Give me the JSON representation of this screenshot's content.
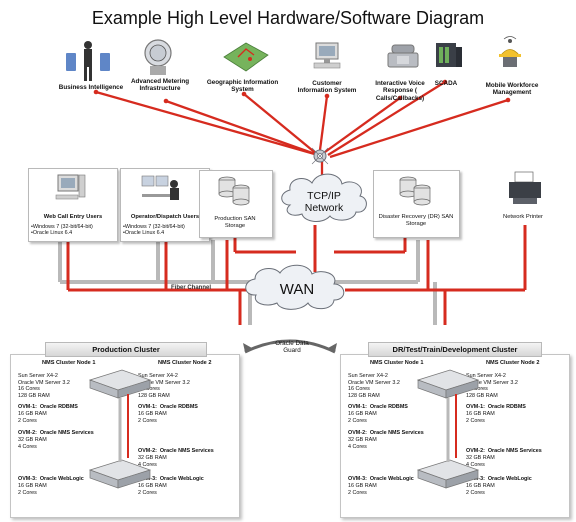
{
  "title": "Example High Level Hardware/Software Diagram",
  "top_nodes": [
    {
      "label": "Business Intelligence",
      "icon": "business-intelligence-icon"
    },
    {
      "label": "Advanced Metering Infrastructure",
      "icon": "meter-icon"
    },
    {
      "label": "Geographic Information System",
      "icon": "map-icon"
    },
    {
      "label": "Customer Information System",
      "icon": "computer-icon"
    },
    {
      "label": "Interactive Voice Response ( Calls/Callbacks)",
      "icon": "phone-icon"
    },
    {
      "label": "SCADA",
      "icon": "scada-icon"
    },
    {
      "label": "Mobile Workforce Management",
      "icon": "worker-icon"
    }
  ],
  "network": {
    "label": "TCP/IP Network",
    "wan": "WAN",
    "fiber": "Fiber Channel"
  },
  "boxes": {
    "web_call": {
      "title": "Web Call Entry Users",
      "lines": [
        "•Windows 7 (32-bit/64-bit)",
        "•Oracle Linux 6.4"
      ]
    },
    "operator": {
      "title": "Operator/Dispatch Users",
      "lines": [
        "•Windows 7 (32-bit/64-bit)",
        "•Oracle Linux 6.4"
      ]
    },
    "production_san": {
      "title": "Production SAN Storage"
    },
    "dr_san": {
      "title": "Disaster Recovery (DR) SAN Storage"
    },
    "printer": {
      "title": "Network Printer"
    }
  },
  "data_guard": "Oracle Data Guard",
  "clusters": [
    {
      "title": "Production Cluster",
      "nodes": [
        {
          "name": "NMS Cluster Node 1",
          "server": "Sun Server X4-2\nOracle VM Server 3.2\n16 Cores\n128 GB RAM",
          "ovm1_title": "OVM-1:  Oracle RDBMS",
          "ovm1": "16 GB RAM\n2 Cores",
          "ovm2_title": "OVM-2:  Oracle NMS Services",
          "ovm2": "32 GB RAM\n4 Cores",
          "ovm3_title": "OVM-3:  Oracle WebLogic",
          "ovm3": "16 GB RAM\n2 Cores"
        },
        {
          "name": "NMS Cluster  Node 2",
          "server": "Sun Server X4-2\nOracle VM Server 3.2\n16 Cores\n128 GB RAM",
          "ovm1_title": "OVM-1:  Oracle RDBMS",
          "ovm1": "16 GB RAM\n2 Cores",
          "ovm2_title": "OVM-2:  Oracle NMS Services",
          "ovm2": "32 GB RAM\n4 Cores",
          "ovm3_title": "OVM-3:  Oracle WebLogic",
          "ovm3": "16 GB RAM\n2 Cores"
        }
      ]
    },
    {
      "title": "DR/Test/Train/Development Cluster",
      "nodes": [
        {
          "name": "NMS Cluster Node 1",
          "server": "Sun Server X4-2\nOracle VM Server 3.2\n16 Cores\n128 GB RAM",
          "ovm1_title": "OVM-1:  Oracle RDBMS",
          "ovm1": "16 GB RAM\n2 Cores",
          "ovm2_title": "OVM-2:  Oracle NMS Services",
          "ovm2": "32 GB RAM\n4 Cores",
          "ovm3_title": "OVM-3:  Oracle WebLogic",
          "ovm3": "16 GB RAM\n2 Cores"
        },
        {
          "name": "NMS Cluster  Node 2",
          "server": "Sun Server X4-2\nOracle VM Server 3.2\n16 Cores\n128 GB RAM",
          "ovm1_title": "OVM-1:  Oracle RDBMS",
          "ovm1": "16 GB RAM\n2 Cores",
          "ovm2_title": "OVM-2:  Oracle NMS Services",
          "ovm2": "32 GB RAM\n4 Cores",
          "ovm3_title": "OVM-3:  Oracle WebLogic",
          "ovm3": "16 GB RAM\n2 Cores"
        }
      ]
    }
  ],
  "colors": {
    "red": "#d62b1f",
    "gray": "#b8b8b8",
    "cloud": "#eef1f5"
  }
}
